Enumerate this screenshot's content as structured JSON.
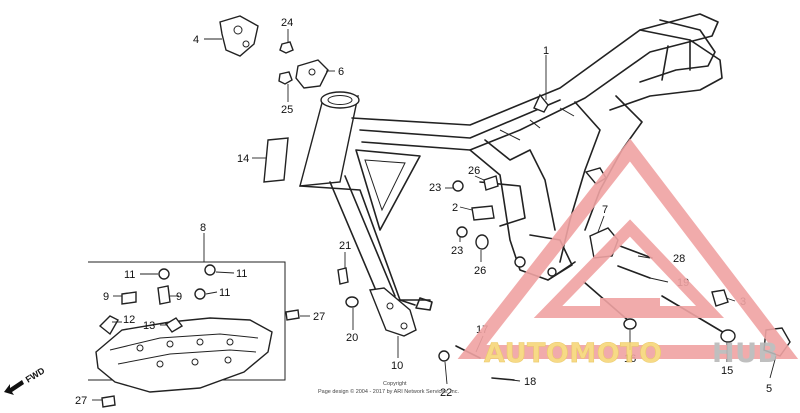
{
  "callouts": {
    "c1": "1",
    "c2": "2",
    "c3": "3",
    "c4": "4",
    "c5": "5",
    "c6": "6",
    "c7": "7",
    "c8": "8",
    "c9a": "9",
    "c9b": "9",
    "c10": "10",
    "c11a": "11",
    "c11b": "11",
    "c11c": "11",
    "c12": "12",
    "c13": "13",
    "c14": "14",
    "c15": "15",
    "c16": "16",
    "c17": "17",
    "c18": "18",
    "c19": "19",
    "c20": "20",
    "c21": "21",
    "c22": "22",
    "c23a": "23",
    "c23b": "23",
    "c24": "24",
    "c25": "25",
    "c26a": "26",
    "c26b": "26",
    "c27a": "27",
    "c27b": "27",
    "c28": "28"
  },
  "direction_label": "FWD",
  "copyright_lines": [
    "Copyright",
    "Page design © 2004 - 2017 by ARI Network Services, Inc."
  ],
  "watermark": {
    "text_part1": "AUTOMOTO",
    "text_part2": "HUB",
    "color_primary": "#f0a3a3",
    "color_text": "#f7d77a",
    "color_text2": "#b9b9b9"
  }
}
